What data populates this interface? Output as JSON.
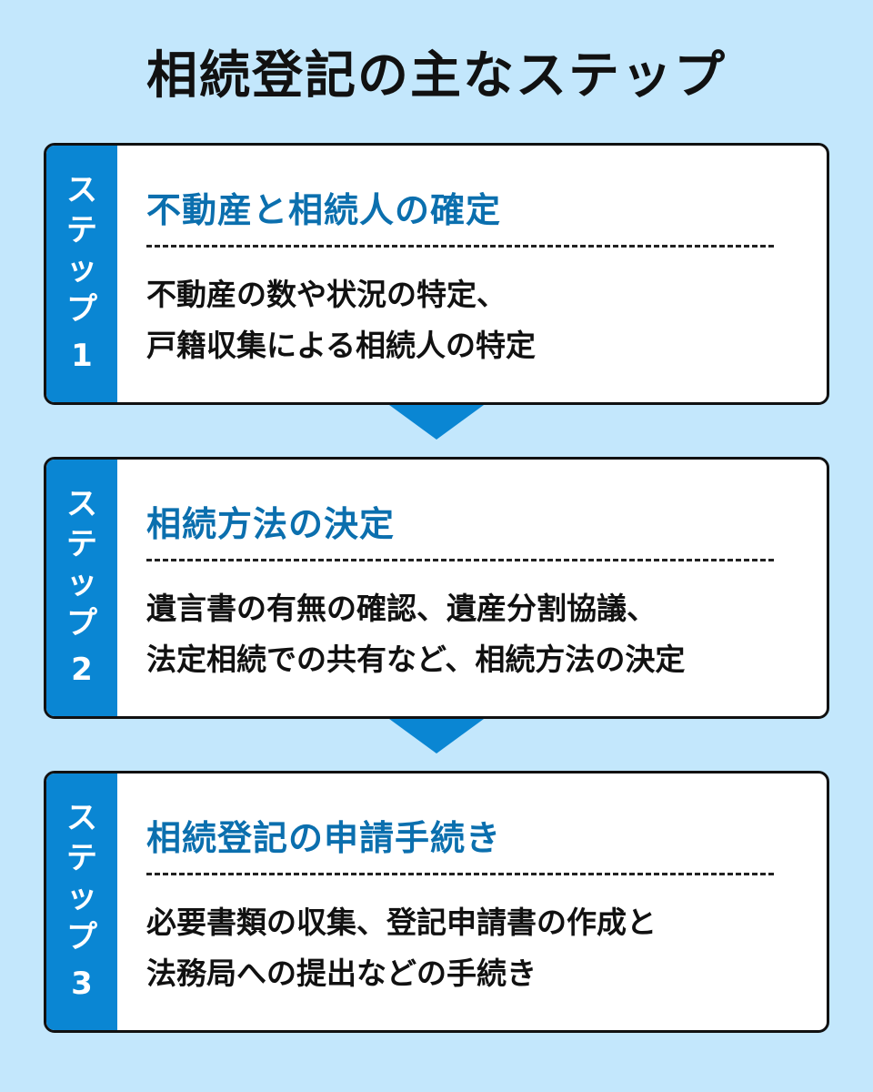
{
  "title": "相続登記の主なステップ",
  "colors": {
    "background": "#c3e7fc",
    "accent": "#0a86d3",
    "heading": "#0b6fae",
    "text": "#111111"
  },
  "steps": [
    {
      "label_chars": [
        "ス",
        "テ",
        "ッ",
        "プ",
        "1"
      ],
      "heading": "不動産と相続人の確定",
      "lines": [
        "不動産の数や状況の特定、",
        "戸籍収集による相続人の特定"
      ]
    },
    {
      "label_chars": [
        "ス",
        "テ",
        "ッ",
        "プ",
        "2"
      ],
      "heading": "相続方法の決定",
      "lines": [
        "遺言書の有無の確認、遺産分割協議、",
        "法定相続での共有など、相続方法の決定"
      ]
    },
    {
      "label_chars": [
        "ス",
        "テ",
        "ッ",
        "プ",
        "3"
      ],
      "heading": "相続登記の申請手続き",
      "lines": [
        "必要書類の収集、登記申請書の作成と",
        "法務局への提出などの手続き"
      ]
    }
  ],
  "connectors": [
    "arrow-down",
    "arrow-down"
  ]
}
